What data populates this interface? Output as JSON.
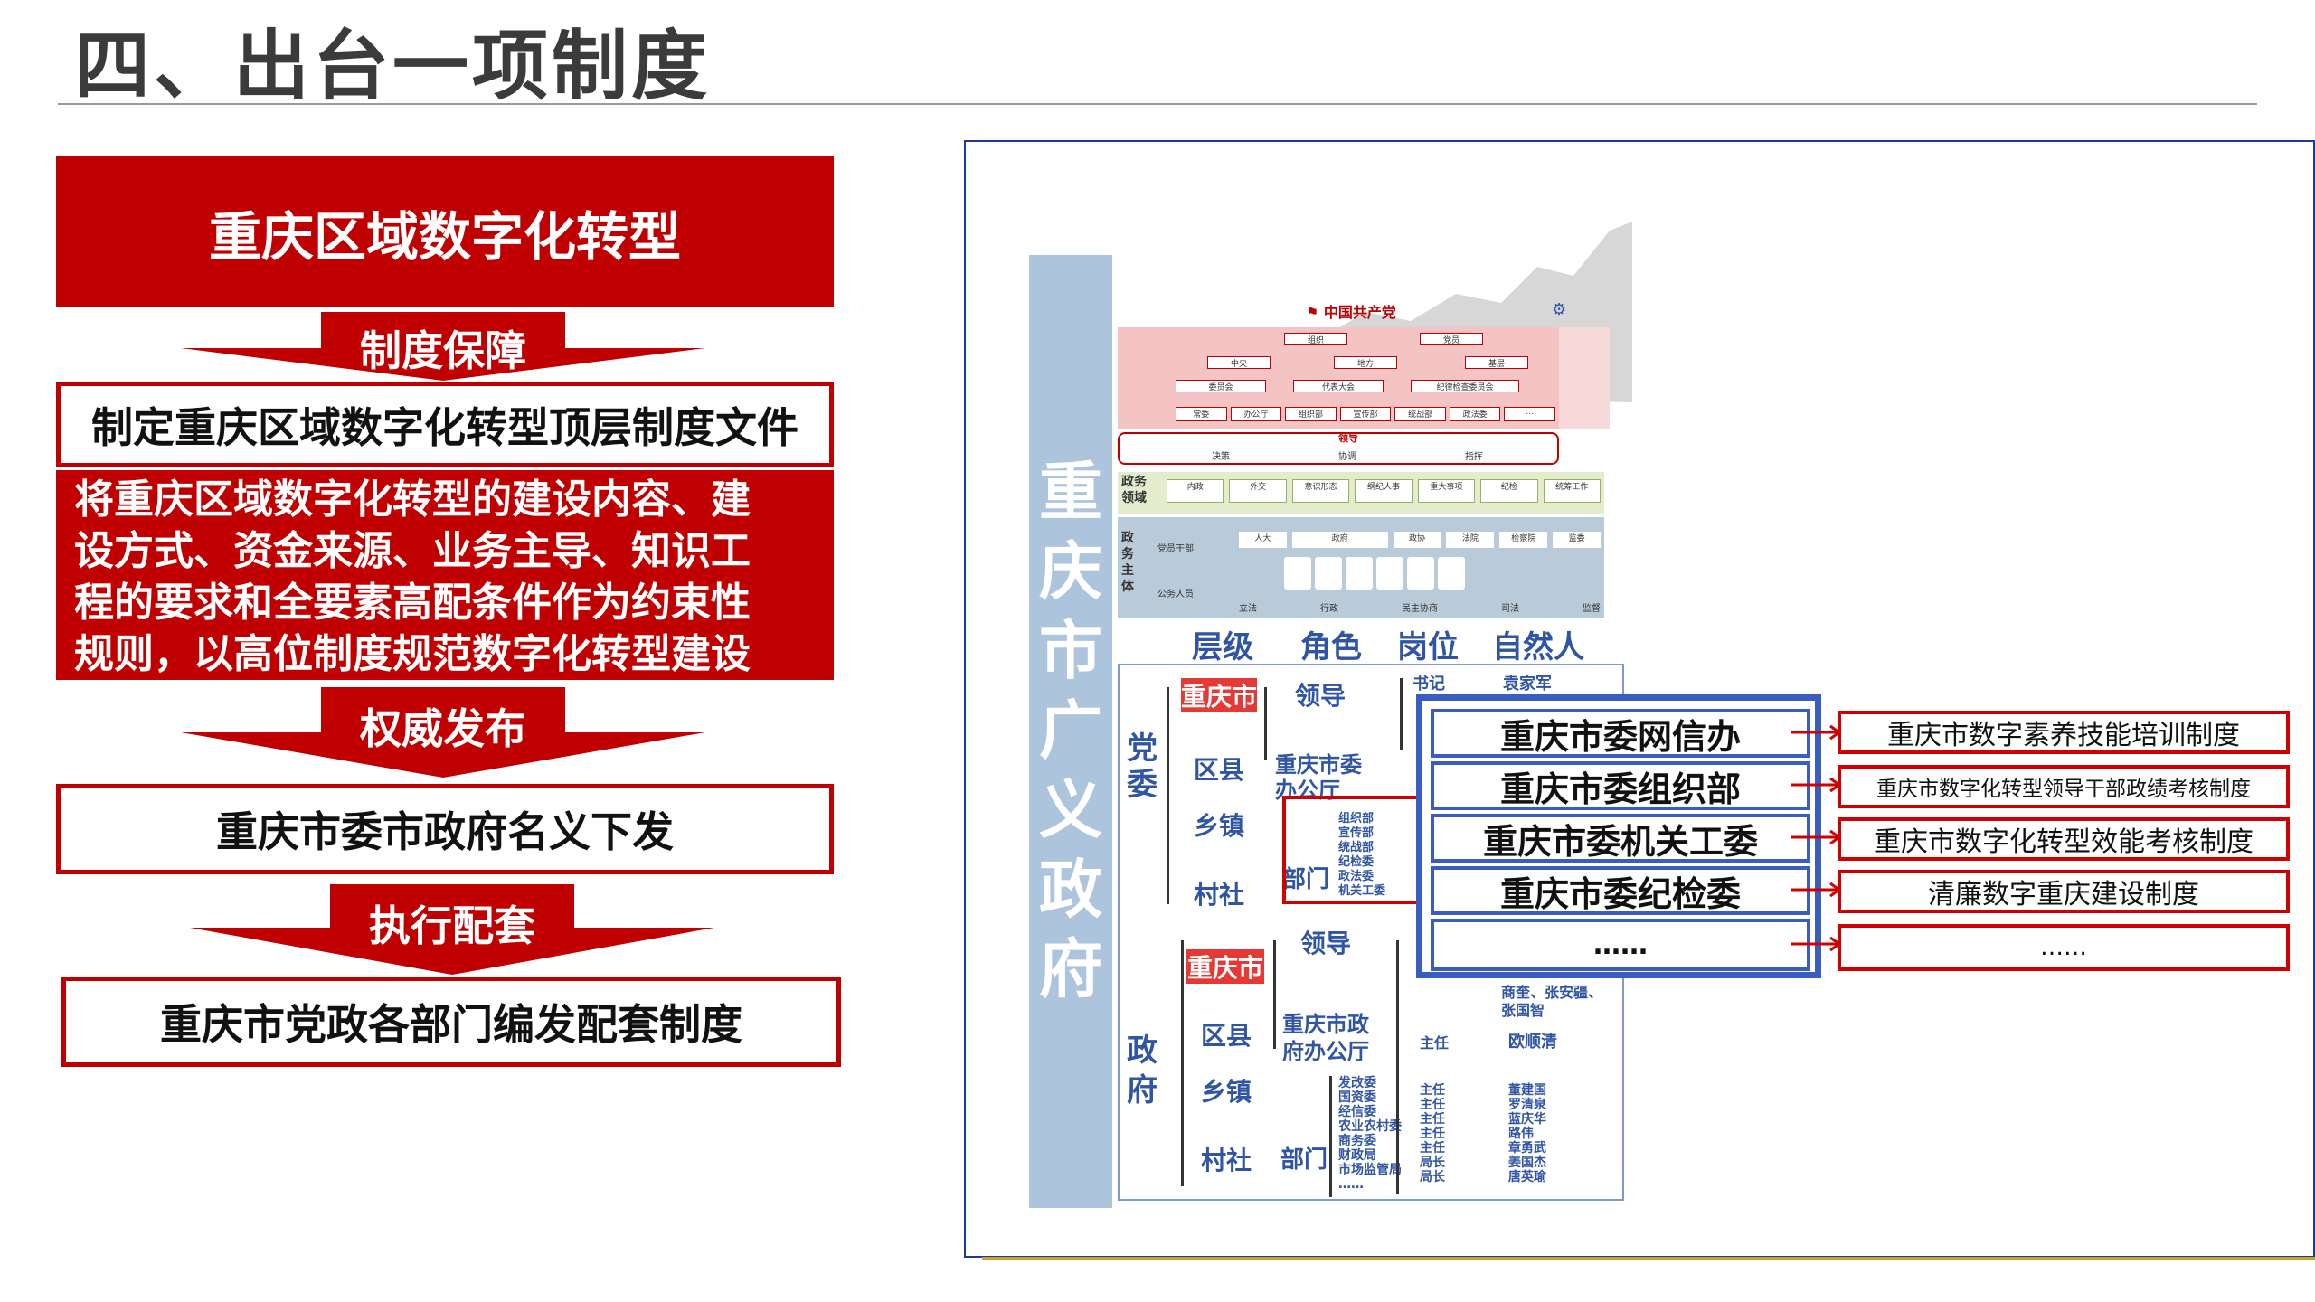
{
  "page": {
    "title": "四、出台一项制度"
  },
  "left": {
    "banner": "重庆区域数字化转型",
    "arrow1": "制度保障",
    "box1": "制定重庆区域数字化转型顶层制度文件",
    "desc_lines": [
      "将重庆区域数字化转型的建设内容、建",
      "设方式、资金来源、业务主导、知识工",
      "程的要求和全要素高配条件作为约束性",
      "规则，以高位制度规范数字化转型建设"
    ],
    "arrow2": "权威发布",
    "box2": "重庆市委市政府名义下发",
    "arrow3": "执行配套",
    "box3": "重庆市党政各部门编发配套制度"
  },
  "diagram": {
    "vertical_title": [
      "重",
      "庆",
      "市",
      "广",
      "义",
      "政",
      "府"
    ],
    "upper": {
      "party_label": "中国共产党",
      "row1": [
        "组织",
        "党员"
      ],
      "row2": [
        "中央",
        "地方",
        "基层"
      ],
      "row3": [
        "委员会",
        "代表大会",
        "纪律检查委员会"
      ],
      "row4": [
        "常委",
        "办公厅",
        "组织部",
        "宣传部",
        "统战部",
        "政法委",
        "…"
      ],
      "lead": "领导",
      "lead_row": [
        "决策",
        "协调",
        "指挥"
      ],
      "gov_field_label": "政务领域",
      "gov_field": [
        "内政",
        "外交",
        "意识形态",
        "纲纪人事",
        "重大事项",
        "纪检",
        "统筹工作"
      ],
      "gov_subject_label": "政务主体",
      "gov_subject_people": [
        "党员干部",
        "公务人员"
      ],
      "gov_subject": [
        "人大",
        "政府",
        "政协",
        "法院",
        "检察院",
        "监委"
      ],
      "gov_subject_bottom": [
        "立法",
        "行政",
        "民主协商",
        "司法",
        "监督"
      ]
    },
    "col_headers": [
      "层级",
      "角色",
      "岗位",
      "自然人"
    ],
    "party": {
      "label": "党委",
      "levels": [
        "重庆市",
        "区县",
        "乡镇",
        "村社"
      ],
      "lead_role": "领导",
      "lead_post": "书记",
      "lead_person": "袁家军",
      "office_role": "重庆市委办公厅",
      "dept_role": "部门",
      "depts": [
        "组织部",
        "宣传部",
        "统战部",
        "纪检委",
        "政法委",
        "机关工委"
      ]
    },
    "gov": {
      "label": "政府",
      "levels": [
        "重庆市",
        "区县",
        "乡镇",
        "村社"
      ],
      "lead_role": "领导",
      "lead_persons": "商奎、张安疆、张国智",
      "office_role": "重庆市政府办公厅",
      "office_post": "主任",
      "office_person": "欧顺清",
      "dept_role": "部门",
      "depts": [
        "发改委",
        "国资委",
        "经信委",
        "农业农村委",
        "商务委",
        "财政局",
        "市场监管局",
        "……"
      ],
      "dept_posts": [
        "主任",
        "主任",
        "主任",
        "主任",
        "主任",
        "局长",
        "局长"
      ],
      "dept_persons": [
        "董建国",
        "罗清泉",
        "蓝庆华",
        "路伟",
        "章勇武",
        "姜国杰",
        "唐英瑜"
      ]
    },
    "callouts": [
      {
        "unit": "重庆市委网信办",
        "rule": "重庆市数字素养技能培训制度"
      },
      {
        "unit": "重庆市委组织部",
        "rule": "重庆市数字化转型领导干部政绩考核制度"
      },
      {
        "unit": "重庆市委机关工委",
        "rule": "重庆市数字化转型效能考核制度"
      },
      {
        "unit": "重庆市委纪检委",
        "rule": "清廉数字重庆建设制度"
      },
      {
        "unit": "……",
        "rule": "……"
      }
    ],
    "icons": [
      "flag-icon",
      "gear-icon"
    ],
    "colors": {
      "red": "#c00000",
      "blue": "#3a5ec0",
      "band": "#adc4dd"
    }
  }
}
